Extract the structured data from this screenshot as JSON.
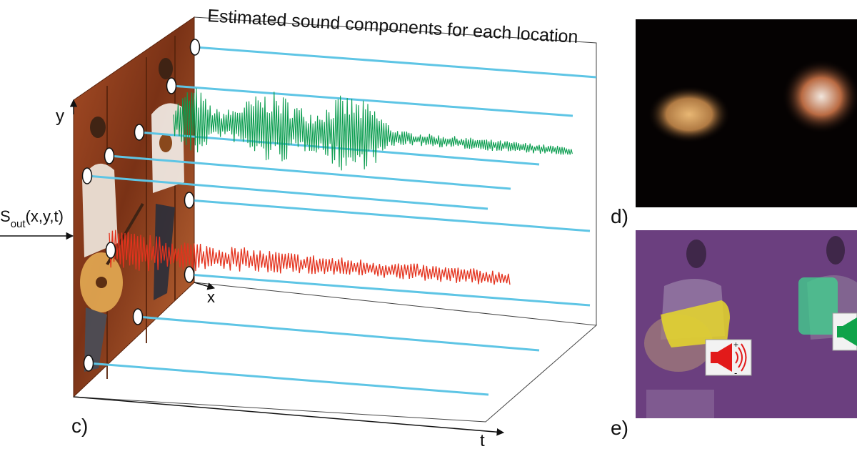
{
  "figure": {
    "title": "Estimated sound components for each location",
    "input_signal": {
      "base": "S",
      "subscript": "out",
      "args": "(x,y,t)"
    },
    "axes": {
      "x": "x",
      "y": "y",
      "t": "t"
    },
    "panel_labels": {
      "c": "c)",
      "d": "d)",
      "e": "e)"
    },
    "speaker_icon": {
      "plus": "+",
      "minus": "-"
    }
  },
  "colors": {
    "line": "#5ec5e5",
    "green_wave": "#0a9d4f",
    "red_wave": "#e4321d",
    "frame_edge": "#6b2d12",
    "panel_d_bg": "#050202",
    "panel_e_bg": "#6b3f7f"
  },
  "icons": [
    "speaker-icon",
    "arrow-right-icon"
  ]
}
